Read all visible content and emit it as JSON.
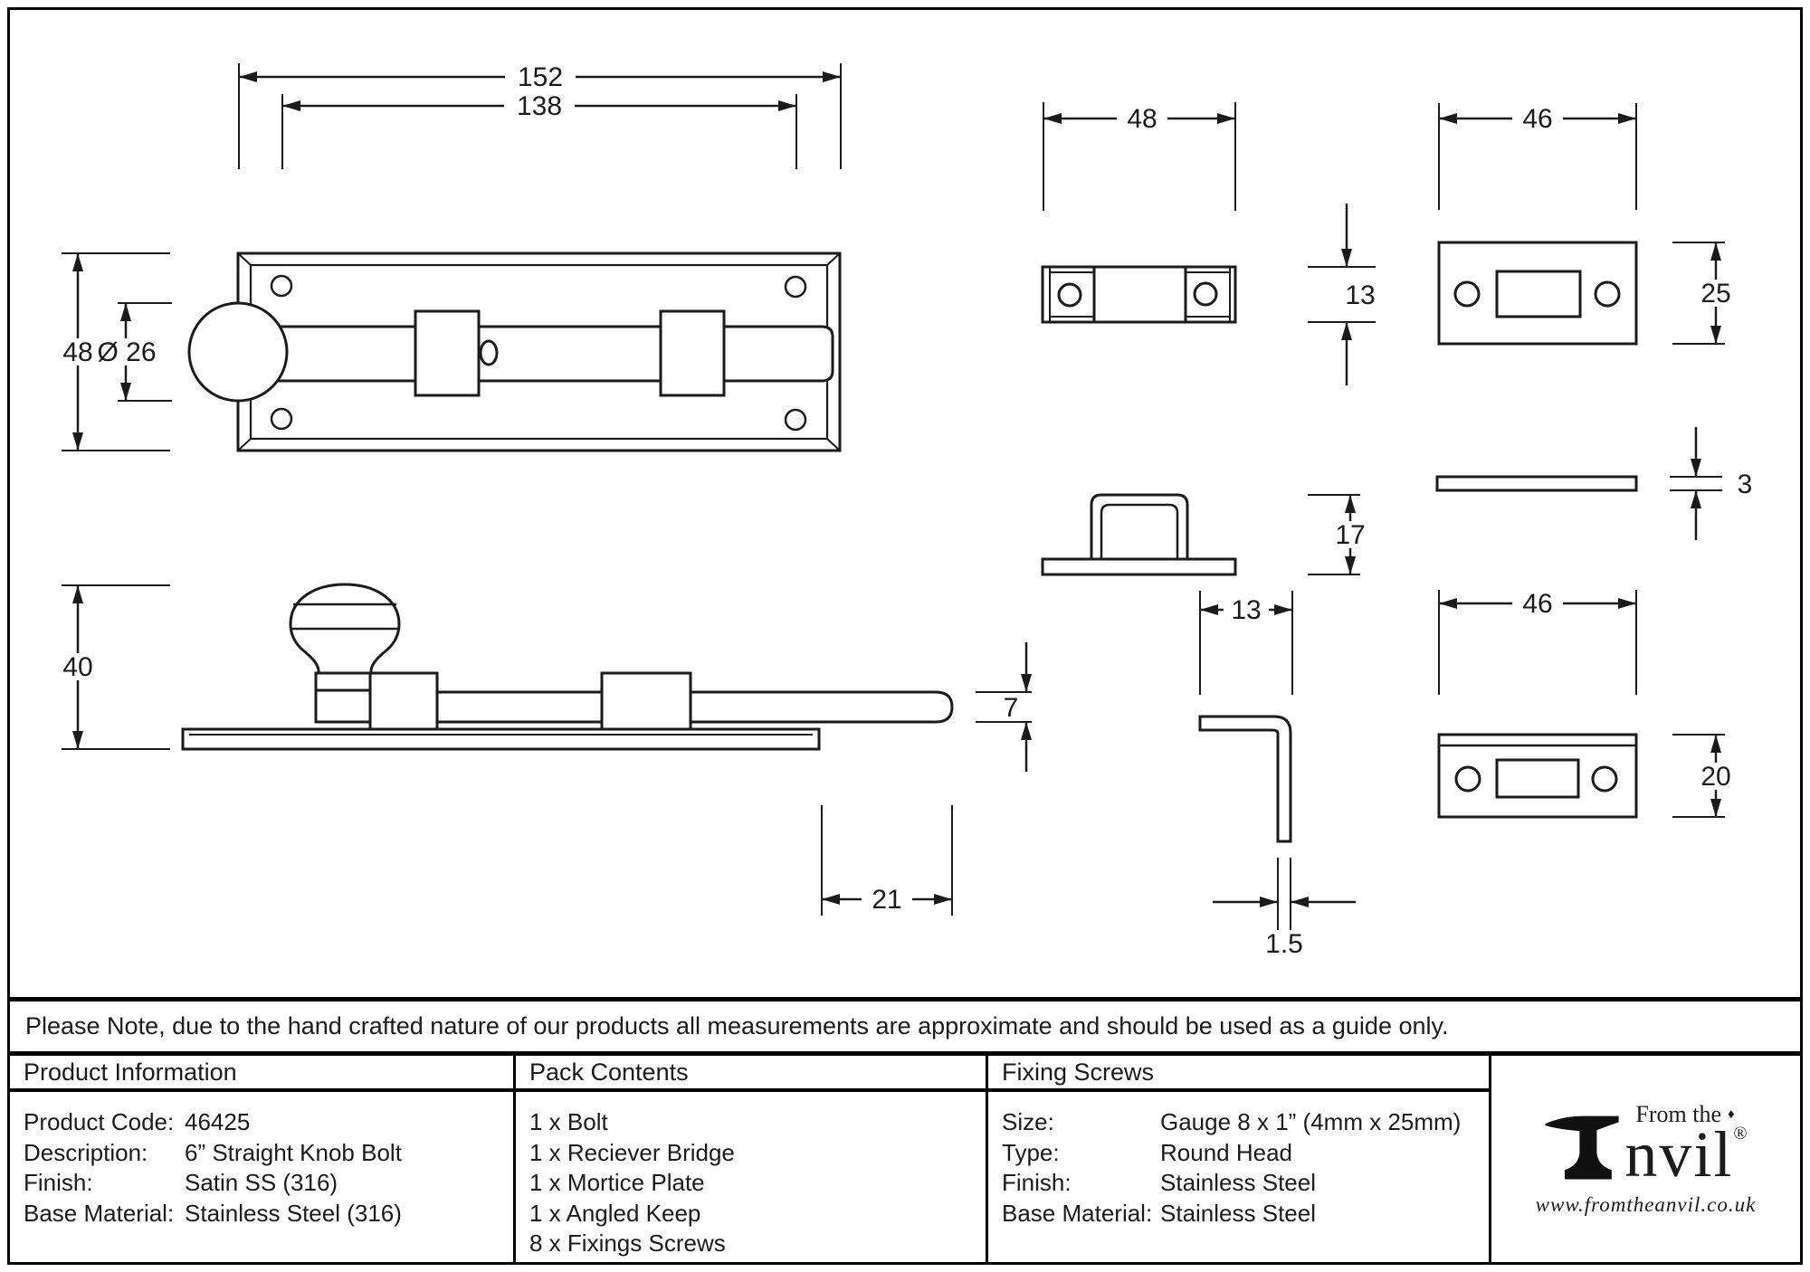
{
  "drawing": {
    "dims": {
      "front_width_outer": "152",
      "front_width_holes": "138",
      "front_height": "48",
      "knob_diameter": "Ø 26",
      "side_height": "40",
      "shaft_diameter": "7",
      "shaft_throw": "21",
      "bridge_width": "48",
      "bridge_depth": "13",
      "bridge_height": "17",
      "keep_width": "13",
      "keep_thickness": "1.5",
      "mortice_width": "46",
      "mortice_height": "25",
      "mortice_thickness": "3",
      "keep_plate_width": "46",
      "keep_plate_height": "20"
    }
  },
  "note": "Please Note, due to the hand crafted nature of our products all measurements are approximate and should be used as a guide only.",
  "table": {
    "product_information": {
      "title": "Product Information",
      "rows": [
        {
          "label": "Product Code:",
          "value": "46425"
        },
        {
          "label": "Description:",
          "value": "6” Straight Knob Bolt"
        },
        {
          "label": "Finish:",
          "value": "Satin SS (316)"
        },
        {
          "label": "Base Material:",
          "value": "Stainless Steel (316)"
        }
      ]
    },
    "pack_contents": {
      "title": "Pack Contents",
      "items": [
        "1 x Bolt",
        "1 x Reciever Bridge",
        "1 x Mortice Plate",
        "1 x Angled Keep",
        "8 x Fixings Screws"
      ]
    },
    "fixing_screws": {
      "title": "Fixing Screws",
      "rows": [
        {
          "label": "Size:",
          "value": "Gauge 8 x 1” (4mm x 25mm)"
        },
        {
          "label": "Type:",
          "value": "Round Head"
        },
        {
          "label": "Finish:",
          "value": "Stainless Steel"
        },
        {
          "label": "Base Material:",
          "value": "Stainless Steel"
        }
      ]
    },
    "logo": {
      "from_the": "From the",
      "nvil": "nvil",
      "registered": "®",
      "diamond": "♦",
      "url": "www.fromtheanvil.co.uk"
    }
  }
}
